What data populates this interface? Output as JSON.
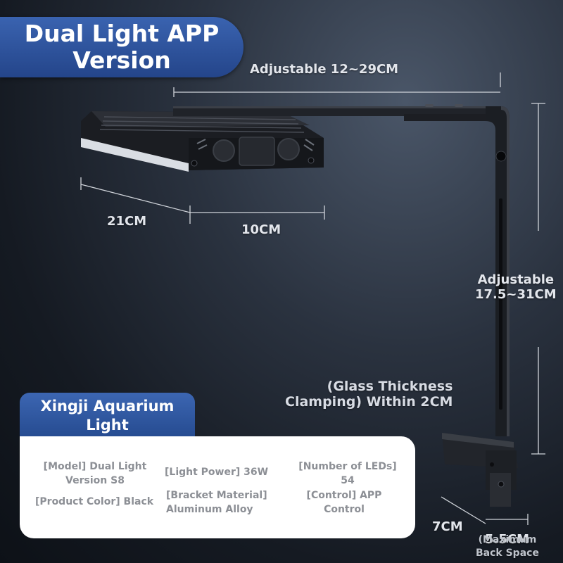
{
  "title": {
    "line1": "Dual Light APP",
    "line2": "Version"
  },
  "dimensions": {
    "adjustable_length": "Adjustable 12~29CM",
    "width_21": "21CM",
    "width_10": "10CM",
    "adjustable_height_1": "Adjustable",
    "adjustable_height_2": "17.5~31CM",
    "clamp_1": "(Glass Thickness",
    "clamp_2": "Clamping) Within 2CM",
    "depth_7": "7CM",
    "depth_55": "5.5CM",
    "back_space_1": "(Maximum",
    "back_space_2": "Back Space"
  },
  "info": {
    "badge_line1": "Xingji Aquarium",
    "badge_line2": "Light",
    "model_1": "[Model] Dual Light",
    "model_2": "Version S8",
    "power": "[Light Power] 36W",
    "leds_1": "[Number of LEDs]",
    "leds_2": "54",
    "color": "[Product Color] Black",
    "material_1": "[Bracket Material]",
    "material_2": "Aluminum Alloy",
    "control_1": "[Control] APP",
    "control_2": "Control"
  },
  "colors": {
    "badge_blue": "#2f55a0",
    "card": "#ffffff",
    "spec_text": "#8c8f95"
  }
}
